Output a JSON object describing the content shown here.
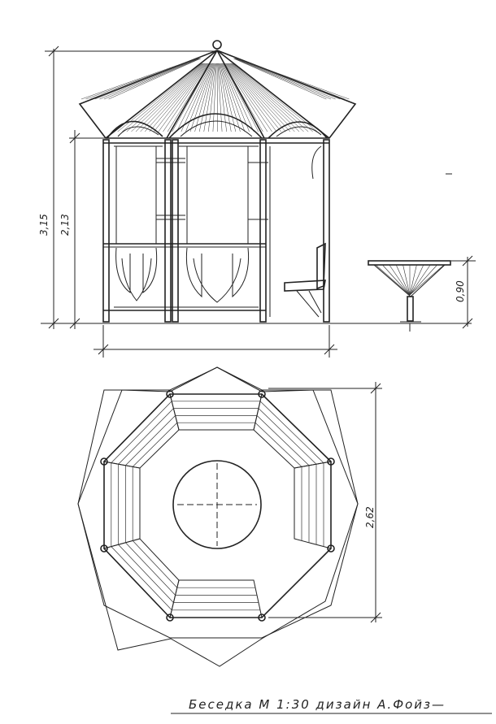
{
  "drawing": {
    "caption": "Беседка М 1:30 дизайн А.Фойз—",
    "dimensions": {
      "total_height": "3,15",
      "wall_height": "2,13",
      "table_height": "0,90",
      "plan_width": "2,62"
    }
  },
  "colors": {
    "ink": "#222222",
    "plan_outer": "#eeeeee",
    "plan_bench": "#d9d9d9",
    "table_top": "#bdbdbd"
  }
}
